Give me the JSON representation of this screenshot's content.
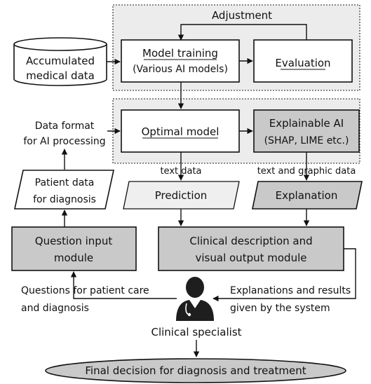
{
  "diagram": {
    "adjustment": "Adjustment",
    "accumulated_data": [
      "Accumulated",
      "medical data"
    ],
    "model_training": [
      "Model training",
      "(Various AI models)"
    ],
    "evaluation": "Evaluation",
    "optimal_model": "Optimal model",
    "explainable_ai": [
      "Explainable AI",
      "(SHAP, LIME etc.)"
    ],
    "data_format": [
      "Data format",
      "for AI processing"
    ],
    "patient_data": [
      "Patient data",
      "for diagnosis"
    ],
    "text_data": "text data",
    "text_graphic_data": "text and graphic data",
    "prediction": "Prediction",
    "explanation": "Explanation",
    "question_module": [
      "Question input",
      "module"
    ],
    "clinical_output": [
      "Clinical description and",
      "visual output module"
    ],
    "questions_care": [
      "Questions for patient care",
      "and diagnosis"
    ],
    "explanations_results": [
      "Explanations and results",
      "given by the system"
    ],
    "clinical_specialist": "Clinical specialist",
    "final_decision": "Final decision for diagnosis and treatment"
  },
  "colors": {
    "gray_box": "#c9c9c9",
    "light_box": "#efefef",
    "dashed_group": "#ececec",
    "doctor": "#1e1e1e"
  },
  "icons": [
    "doctor-icon",
    "database-cylinder-icon"
  ]
}
